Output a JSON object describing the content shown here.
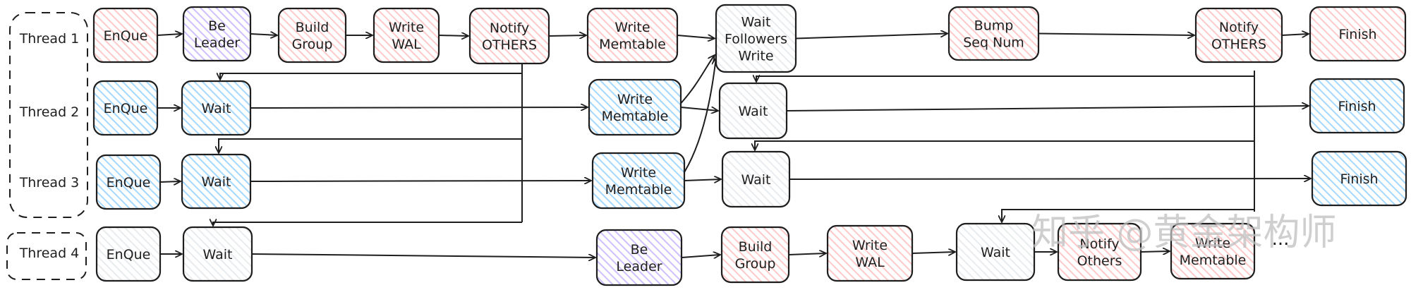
{
  "diagram": {
    "lanes": [
      {
        "id": "t1",
        "label": "Thread 1"
      },
      {
        "id": "t2",
        "label": "Thread 2"
      },
      {
        "id": "t3",
        "label": "Thread 3"
      },
      {
        "id": "t4",
        "label": "Thread 4"
      }
    ],
    "nodes": [
      {
        "id": "t1_enque",
        "lines": [
          "EnQue"
        ],
        "fill": "#ffc9c9",
        "stroke": "#1e1e1e"
      },
      {
        "id": "t1_leader",
        "lines": [
          "Be",
          "Leader"
        ],
        "fill": "#d0bfff",
        "stroke": "#1e1e1e"
      },
      {
        "id": "t1_build",
        "lines": [
          "Build",
          "Group"
        ],
        "fill": "#ffc9c9",
        "stroke": "#1e1e1e"
      },
      {
        "id": "t1_wal",
        "lines": [
          "Write",
          "WAL"
        ],
        "fill": "#ffc9c9",
        "stroke": "#1e1e1e"
      },
      {
        "id": "t1_notify",
        "lines": [
          "Notify",
          "OTHERS"
        ],
        "fill": "#ffc9c9",
        "stroke": "#1e1e1e",
        "text_color": "#d6333a"
      },
      {
        "id": "t1_mem",
        "lines": [
          "Write",
          "Memtable"
        ],
        "fill": "#ffc9c9",
        "stroke": "#1e1e1e"
      },
      {
        "id": "t1_waitf",
        "lines": [
          "Wait",
          "Followers",
          "Write"
        ],
        "fill": "#e9ecef",
        "stroke": "#1e1e1e"
      },
      {
        "id": "t1_bump",
        "lines": [
          "Bump",
          "Seq Num"
        ],
        "fill": "#ffc9c9",
        "stroke": "#1e1e1e"
      },
      {
        "id": "t1_notify2",
        "lines": [
          "Notify",
          "OTHERS"
        ],
        "fill": "#ffc9c9",
        "stroke": "#1e1e1e",
        "text_color": "#d6333a"
      },
      {
        "id": "t1_finish",
        "lines": [
          "Finish"
        ],
        "fill": "#ffc9c9",
        "stroke": "#1e1e1e"
      },
      {
        "id": "t2_enque",
        "lines": [
          "EnQue"
        ],
        "fill": "#a5d8ff",
        "stroke": "#1e1e1e"
      },
      {
        "id": "t2_wait",
        "lines": [
          "Wait"
        ],
        "fill": "#a5d8ff",
        "stroke": "#1e1e1e"
      },
      {
        "id": "t2_mem",
        "lines": [
          "Write",
          "Memtable"
        ],
        "fill": "#a5d8ff",
        "stroke": "#1e1e1e"
      },
      {
        "id": "t2_wait2",
        "lines": [
          "Wait"
        ],
        "fill": "#e9ecef",
        "stroke": "#1e1e1e"
      },
      {
        "id": "t2_finish",
        "lines": [
          "Finish"
        ],
        "fill": "#a5d8ff",
        "stroke": "#1e1e1e"
      },
      {
        "id": "t3_enque",
        "lines": [
          "EnQue"
        ],
        "fill": "#a5d8ff",
        "stroke": "#1e1e1e"
      },
      {
        "id": "t3_wait",
        "lines": [
          "Wait"
        ],
        "fill": "#a5d8ff",
        "stroke": "#1e1e1e"
      },
      {
        "id": "t3_mem",
        "lines": [
          "Write",
          "Memtable"
        ],
        "fill": "#a5d8ff",
        "stroke": "#1e1e1e"
      },
      {
        "id": "t3_wait2",
        "lines": [
          "Wait"
        ],
        "fill": "#e9ecef",
        "stroke": "#1e1e1e"
      },
      {
        "id": "t3_finish",
        "lines": [
          "Finish"
        ],
        "fill": "#a5d8ff",
        "stroke": "#1e1e1e"
      },
      {
        "id": "t4_enque",
        "lines": [
          "EnQue"
        ],
        "fill": "#e9ecef",
        "stroke": "#1e1e1e"
      },
      {
        "id": "t4_wait",
        "lines": [
          "Wait"
        ],
        "fill": "#e9ecef",
        "stroke": "#1e1e1e"
      },
      {
        "id": "t4_leader",
        "lines": [
          "Be",
          "Leader"
        ],
        "fill": "#d0bfff",
        "stroke": "#1e1e1e"
      },
      {
        "id": "t4_build",
        "lines": [
          "Build",
          "Group"
        ],
        "fill": "#ffc9c9",
        "stroke": "#1e1e1e"
      },
      {
        "id": "t4_wal",
        "lines": [
          "Write",
          "WAL"
        ],
        "fill": "#ffc9c9",
        "stroke": "#1e1e1e"
      },
      {
        "id": "t4_wait2",
        "lines": [
          "Wait"
        ],
        "fill": "#e9ecef",
        "stroke": "#1e1e1e"
      },
      {
        "id": "t4_notify",
        "lines": [
          "Notify",
          "Others"
        ],
        "fill": "#ffc9c9",
        "stroke": "#1e1e1e"
      },
      {
        "id": "t4_mem",
        "lines": [
          "Write",
          "Memtable"
        ],
        "fill": "#ffc9c9",
        "stroke": "#1e1e1e"
      }
    ],
    "edges": [
      [
        "t1_enque",
        "t1_leader"
      ],
      [
        "t1_leader",
        "t1_build"
      ],
      [
        "t1_build",
        "t1_wal"
      ],
      [
        "t1_wal",
        "t1_notify"
      ],
      [
        "t1_notify",
        "t1_mem"
      ],
      [
        "t1_mem",
        "t1_waitf"
      ],
      [
        "t1_waitf",
        "t1_bump"
      ],
      [
        "t1_bump",
        "t1_notify2"
      ],
      [
        "t1_notify2",
        "t1_finish"
      ],
      [
        "t2_enque",
        "t2_wait"
      ],
      [
        "t2_wait",
        "t2_mem"
      ],
      [
        "t2_mem",
        "t2_wait2"
      ],
      [
        "t2_wait2",
        "t2_finish"
      ],
      [
        "t3_enque",
        "t3_wait"
      ],
      [
        "t3_wait",
        "t3_mem"
      ],
      [
        "t3_mem",
        "t3_wait2"
      ],
      [
        "t3_wait2",
        "t3_finish"
      ],
      [
        "t4_enque",
        "t4_wait"
      ],
      [
        "t4_wait",
        "t4_leader"
      ],
      [
        "t4_leader",
        "t4_build"
      ],
      [
        "t4_build",
        "t4_wal"
      ],
      [
        "t4_wal",
        "t4_wait2"
      ],
      [
        "t4_wait2",
        "t4_notify"
      ],
      [
        "t4_notify",
        "t4_mem"
      ]
    ],
    "ellipsis": "...",
    "watermark": "知乎 @黄金架构师"
  }
}
